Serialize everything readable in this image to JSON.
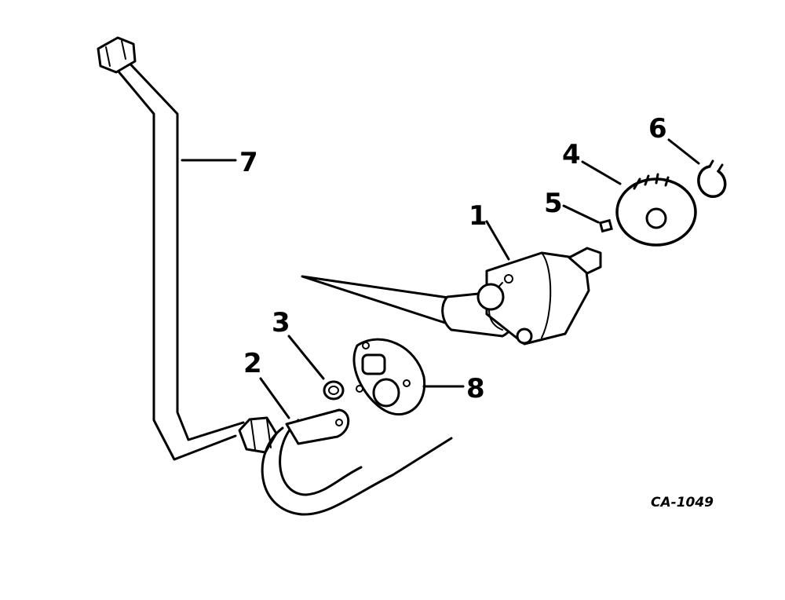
{
  "diagram": {
    "callouts": [
      {
        "id": "1",
        "text": "1"
      },
      {
        "id": "2",
        "text": "2"
      },
      {
        "id": "3",
        "text": "3"
      },
      {
        "id": "4",
        "text": "4"
      },
      {
        "id": "5",
        "text": "5"
      },
      {
        "id": "6",
        "text": "6"
      },
      {
        "id": "7",
        "text": "7"
      },
      {
        "id": "8",
        "text": "8"
      }
    ],
    "figure_code": "CA-1049"
  }
}
